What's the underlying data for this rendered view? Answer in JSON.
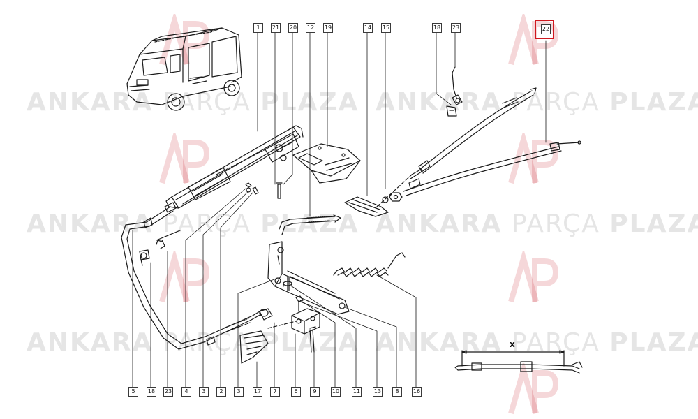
{
  "watermark": {
    "word1": "ANKARA",
    "word2": "PARÇA",
    "word3": "PLAZA",
    "logo_color": "#c8242b"
  },
  "callouts": {
    "top": [
      "1",
      "21",
      "20",
      "12",
      "19",
      "14",
      "15",
      "18",
      "23",
      "22"
    ],
    "bottom": [
      "5",
      "18",
      "23",
      "4",
      "3",
      "2",
      "3",
      "17",
      "7",
      "6",
      "9",
      "10",
      "11",
      "13",
      "8",
      "16"
    ]
  },
  "dimension_label": "X",
  "highlighted_callout": "22",
  "colors": {
    "line": "#1a1a1a",
    "highlight": "#d0181f",
    "watermark": "#a0a0a0"
  }
}
